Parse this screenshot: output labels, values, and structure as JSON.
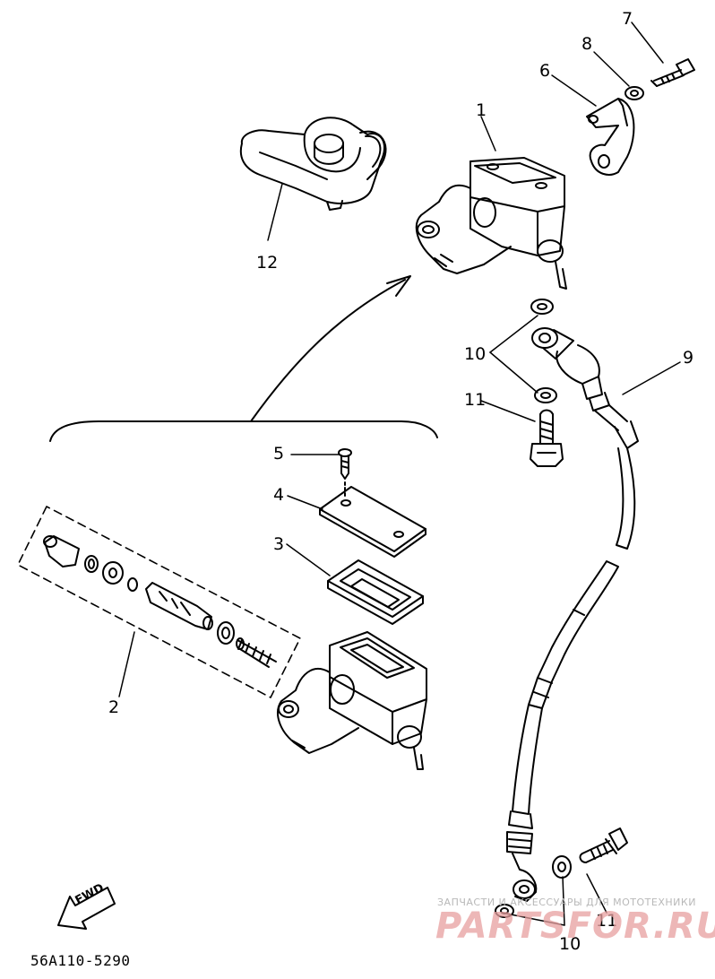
{
  "diagram": {
    "callouts": [
      {
        "id": "1",
        "text": "1"
      },
      {
        "id": "2",
        "text": "2"
      },
      {
        "id": "3",
        "text": "3"
      },
      {
        "id": "4",
        "text": "4"
      },
      {
        "id": "5",
        "text": "5"
      },
      {
        "id": "6",
        "text": "6"
      },
      {
        "id": "7",
        "text": "7"
      },
      {
        "id": "8",
        "text": "8"
      },
      {
        "id": "9",
        "text": "9"
      },
      {
        "id": "10a",
        "text": "10"
      },
      {
        "id": "10b",
        "text": "10"
      },
      {
        "id": "11a",
        "text": "11"
      },
      {
        "id": "11b",
        "text": "11"
      },
      {
        "id": "12",
        "text": "12"
      }
    ],
    "direction_badge": "FWD",
    "drawing_code": "56A110-5290"
  },
  "watermark": {
    "tagline": "ЗАПЧАСТИ И АКСЕССУАРЫ ДЛЯ МОТОТЕХНИКИ",
    "brand": "PARTSFOR.RU",
    "brand_color": "#e8a0a0"
  }
}
